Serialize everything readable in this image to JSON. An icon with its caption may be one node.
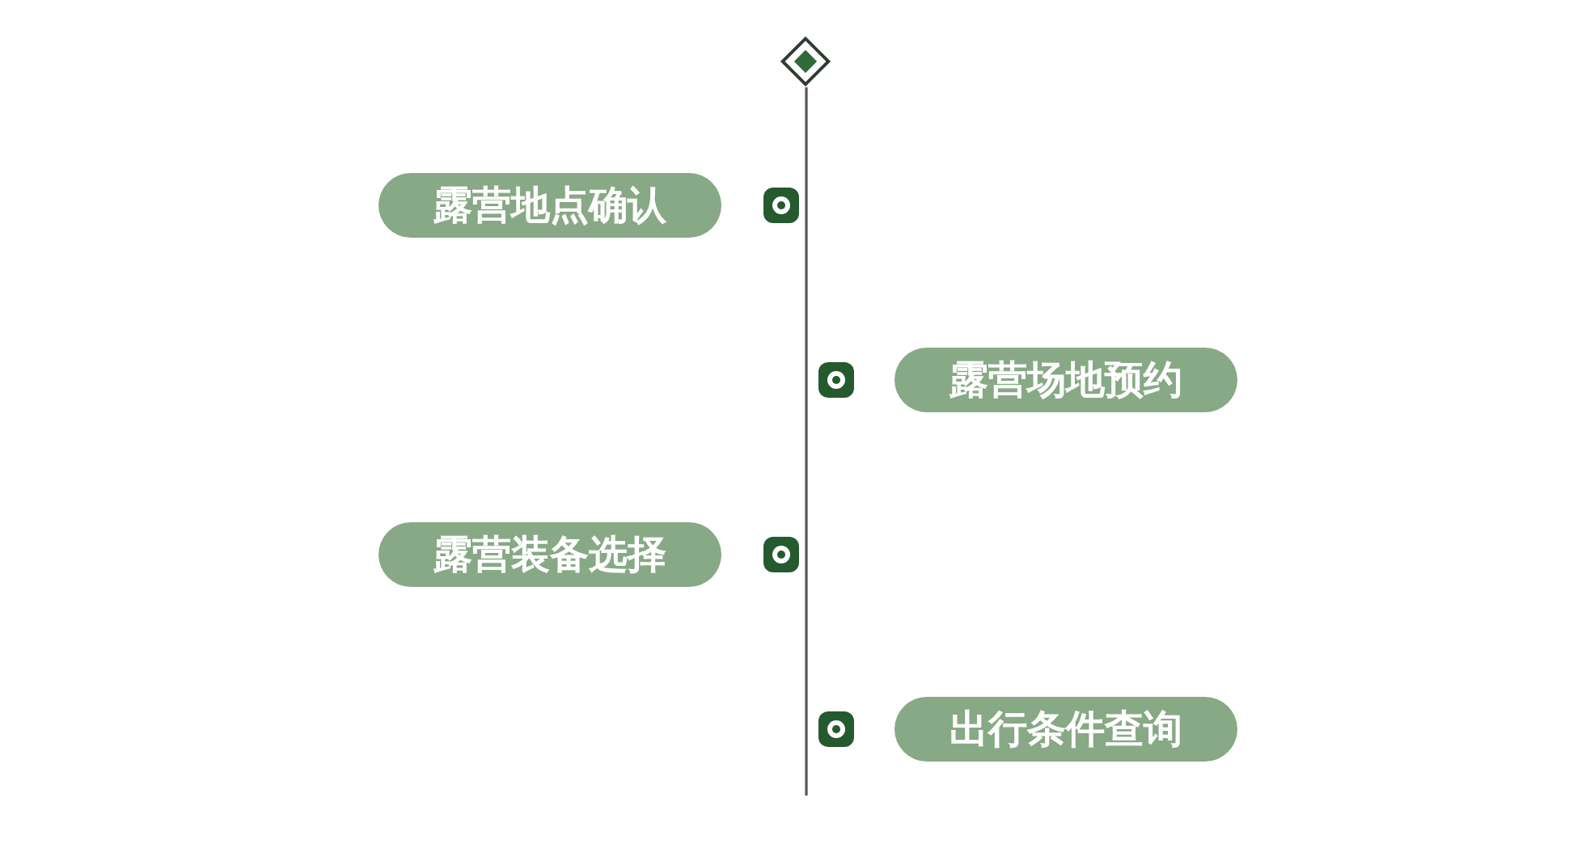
{
  "diagram": {
    "nodes": [
      {
        "text": [
          "露营地点确认"
        ]
      },
      {
        "text": [
          "露营场地预约"
        ]
      },
      {
        "text": [
          "露营装备选择"
        ]
      },
      {
        "text": [
          "出行条件查询"
        ]
      }
    ]
  }
}
